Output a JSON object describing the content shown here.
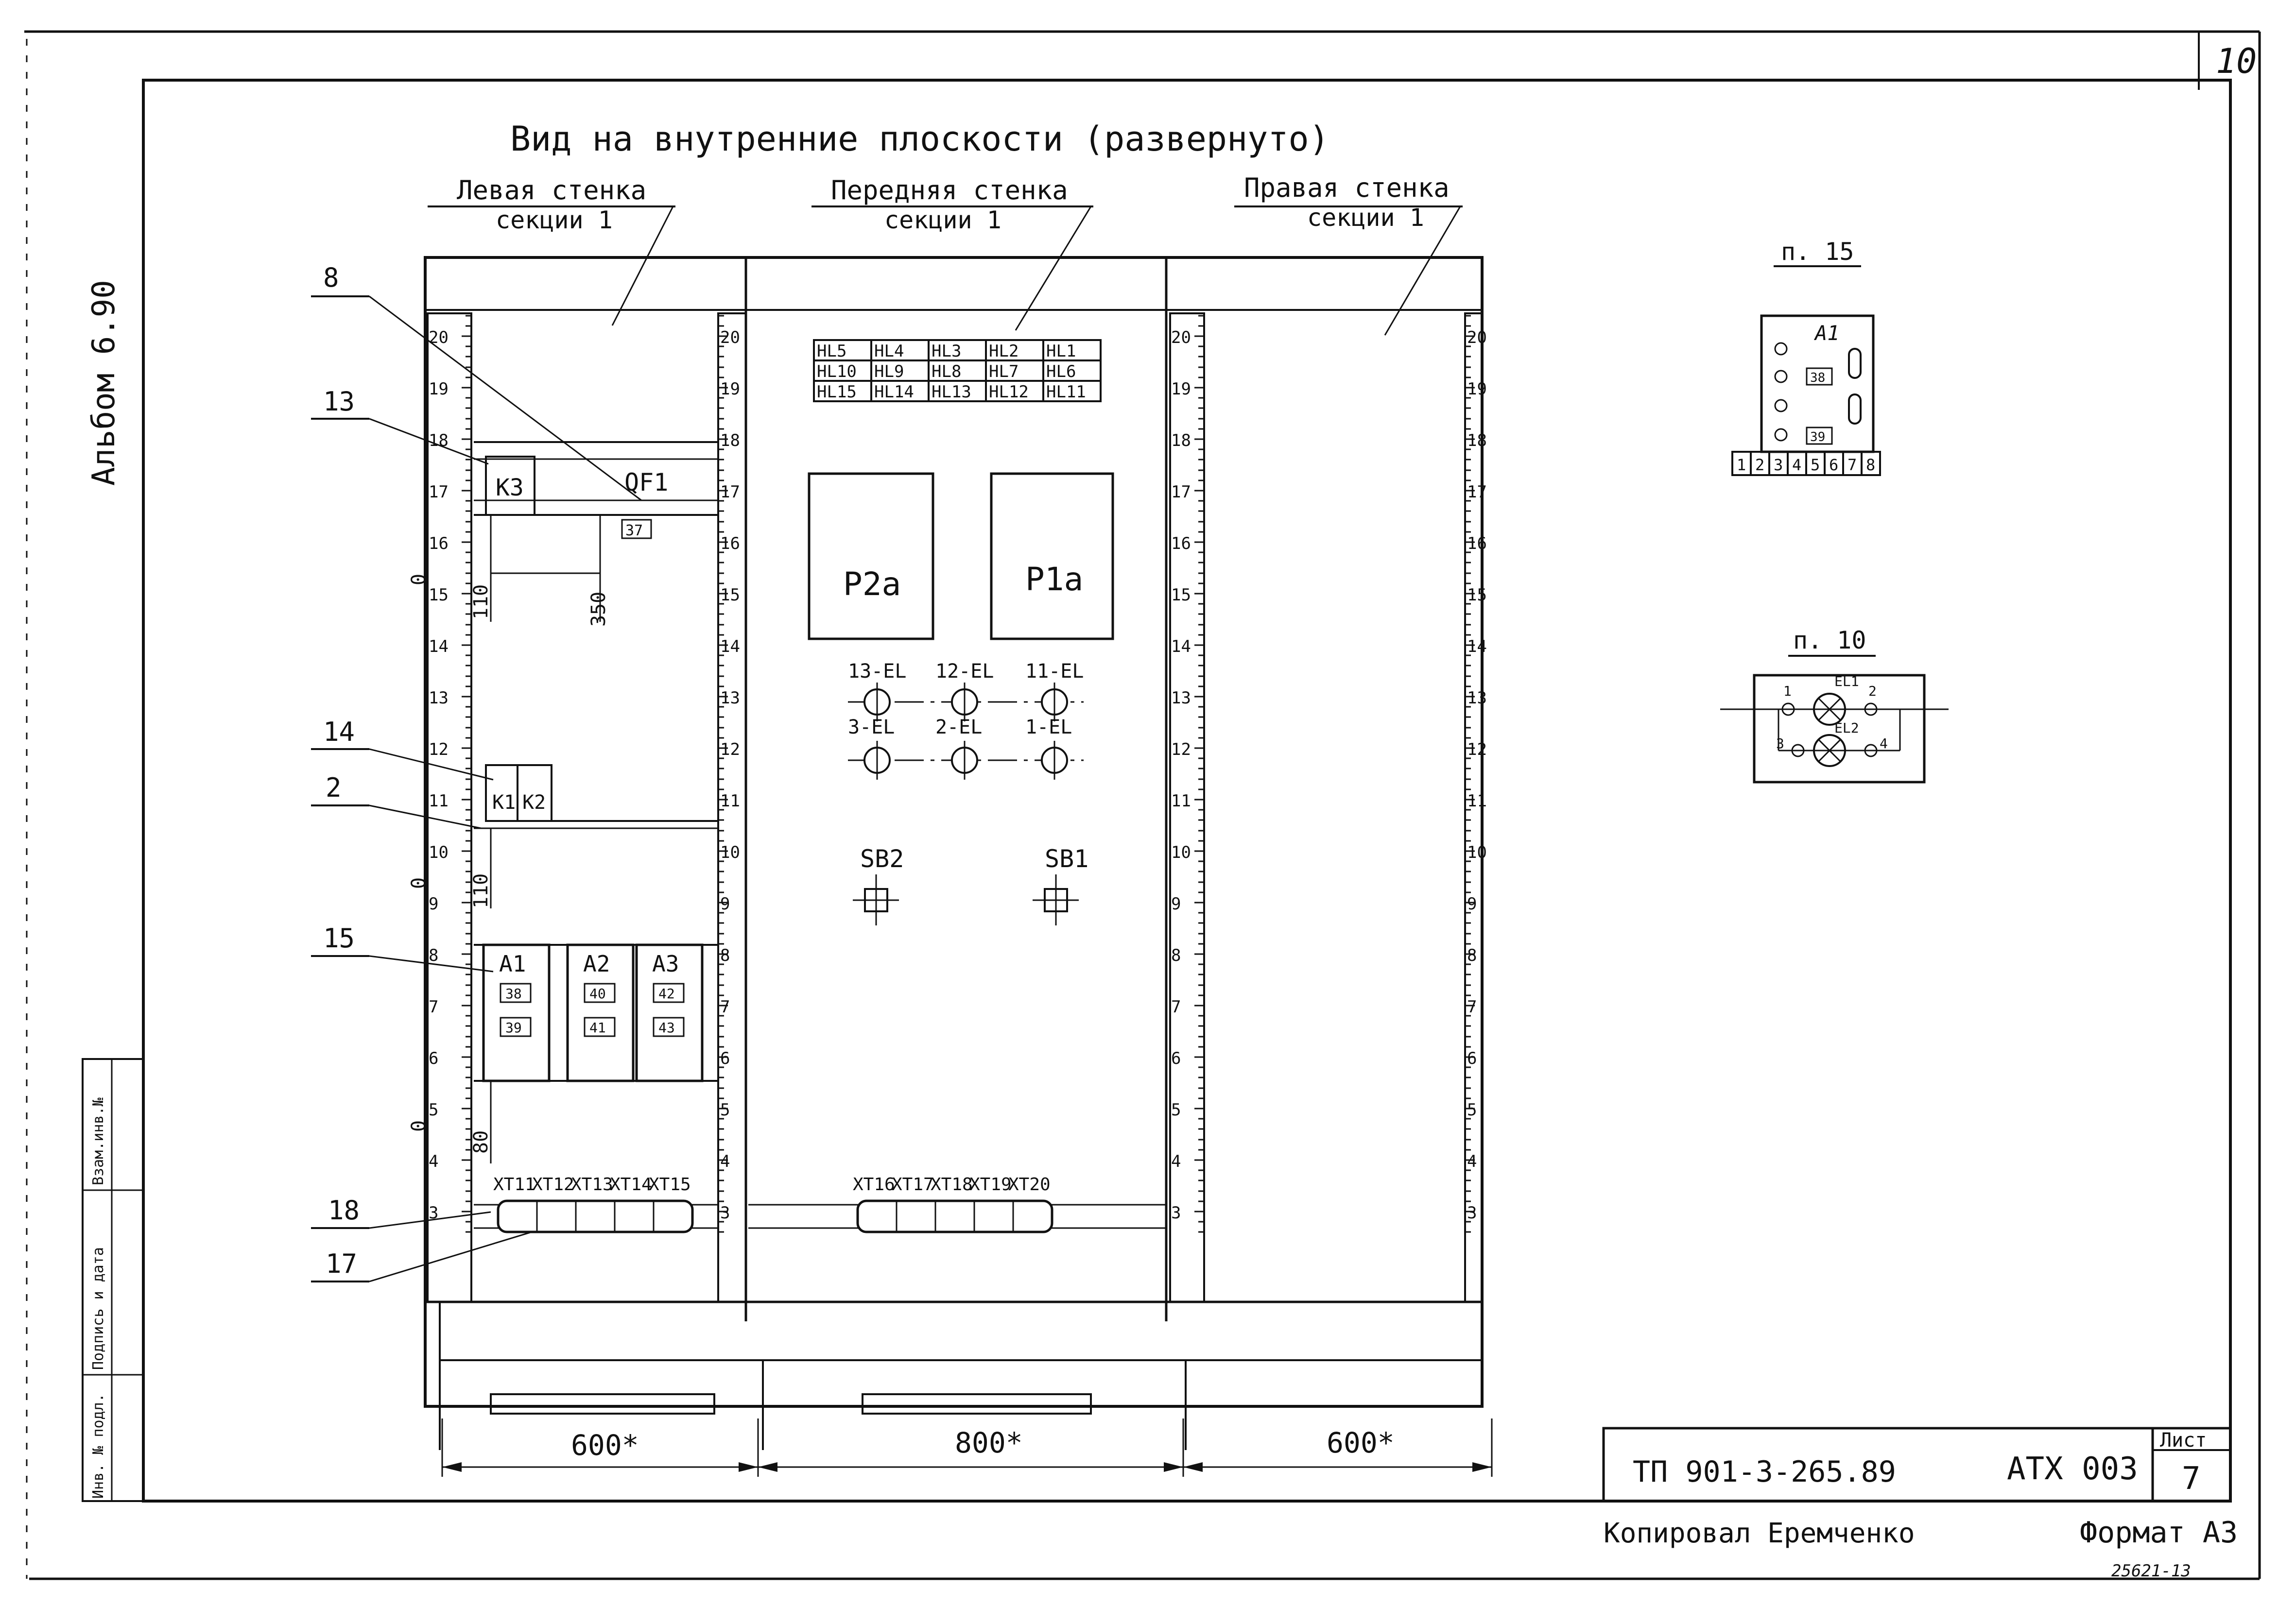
{
  "title": "Вид на внутренние плоскости (развернуто)",
  "page_number": "10",
  "album": "Альбом 6.90",
  "side_stamp": {
    "columns": [
      "Инв. № подл.",
      "Подпись и дата",
      "Взам.инв.№"
    ]
  },
  "walls": {
    "left": {
      "line1": "Левая стенка",
      "line2": "секции 1"
    },
    "front": {
      "line1": "Передняя стенка",
      "line2": "секции 1"
    },
    "right": {
      "line1": "Правая стенка",
      "line2": "секции 1"
    }
  },
  "callouts": [
    "8",
    "13",
    "14",
    "2",
    "15",
    "18",
    "17"
  ],
  "scale_marks": [
    "20",
    "19",
    "18",
    "17",
    "16",
    "15",
    "14",
    "13",
    "12",
    "11",
    "10",
    "9",
    "8",
    "7",
    "6",
    "5",
    "4",
    "3"
  ],
  "left_wall": {
    "k3": "K3",
    "qf1": "QF1",
    "qf1_sub": "37",
    "k1": "K1",
    "k2": "K2",
    "dim_110a": "110",
    "dim_350": "350",
    "dim_110b": "110",
    "dim_80": "80",
    "zero": "0",
    "modules": [
      {
        "label": "A1",
        "top": "38",
        "bottom": "39"
      },
      {
        "label": "A2",
        "top": "40",
        "bottom": "41"
      },
      {
        "label": "A3",
        "top": "42",
        "bottom": "43"
      }
    ],
    "terminals": [
      "XT11",
      "XT12",
      "XT13",
      "XT14",
      "XT15"
    ]
  },
  "front_wall": {
    "lamps_grid": [
      [
        "HL5",
        "HL4",
        "HL3",
        "HL2",
        "HL1"
      ],
      [
        "HL10",
        "HL9",
        "HL8",
        "HL7",
        "HL6"
      ],
      [
        "HL15",
        "HL14",
        "HL13",
        "HL12",
        "HL11"
      ]
    ],
    "p2a": "P2a",
    "p1a": "P1a",
    "lights_row1": [
      "13-EL",
      "12-EL",
      "11-EL"
    ],
    "lights_row2": [
      "3-EL",
      "2-EL",
      "1-EL"
    ],
    "sb2": "SB2",
    "sb1": "SB1",
    "terminals": [
      "XT16",
      "XT17",
      "XT18",
      "XT19",
      "XT20"
    ]
  },
  "dimensions": {
    "left": "600*",
    "front": "800*",
    "right": "600*"
  },
  "detail_p15": {
    "title": "п. 15",
    "label": "A1",
    "boxes": [
      "38",
      "39"
    ],
    "terminals": [
      "1",
      "2",
      "3",
      "4",
      "5",
      "6",
      "7",
      "8"
    ]
  },
  "detail_p10": {
    "title": "п. 10",
    "lamp1": "EL1",
    "lamp2": "EL2",
    "pins": [
      "1",
      "2",
      "3",
      "4"
    ]
  },
  "title_block": {
    "doc": "ТП 901-3-265.89",
    "code": "АТХ 003",
    "sheet_label": "Лист",
    "sheet": "7"
  },
  "footer": {
    "copied": "Копировал Еремченко",
    "format": "Формат А3",
    "number": "25621-13"
  }
}
